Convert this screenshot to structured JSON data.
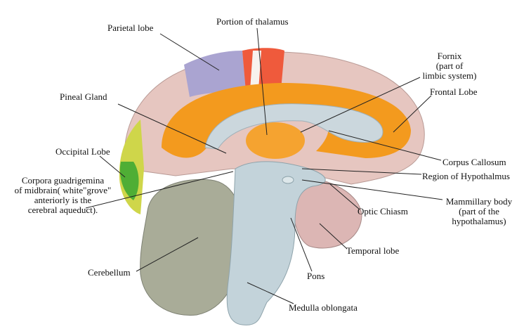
{
  "labels": {
    "parietal_lobe": "Parietal lobe",
    "portion_of_thalamus": "Portion of thalamus",
    "fornix": [
      "Fornix",
      "(part of",
      "limbic system)"
    ],
    "frontal_lobe": "Frontal Lobe",
    "pineal_gland": "Pineal Gland",
    "occipital_lobe": "Occipital Lobe",
    "corpora": [
      "Corpora guadrigemina",
      "of midbrain( white\"grove\"",
      "anteriorly is the",
      "cerebral aqueduct)."
    ],
    "corpus_callosum": "Corpus Callosum",
    "region_of_hypothalmus": "Region of Hypothalmus",
    "mammillary_body": [
      "Mammillary body",
      "(part of the",
      "hypothalamus)"
    ],
    "optic_chiasm": "Optic Chiasm",
    "temporal_lobe": "Temporal lobe",
    "cerebellum": "Cerebellum",
    "pons": "Pons",
    "medulla_oblongata": "Medulla oblongata"
  },
  "colors": {
    "cortex": "#e8c9c2",
    "limbic": "#f39a1e",
    "corpus_callosum": "#c9d6dc",
    "cerebellum": "#a9ac98",
    "brainstem": "#c3d3da",
    "parietal_patch": "#a9a3d0",
    "motor_patch": "#f0583a",
    "occipital": "#5bb83a"
  }
}
